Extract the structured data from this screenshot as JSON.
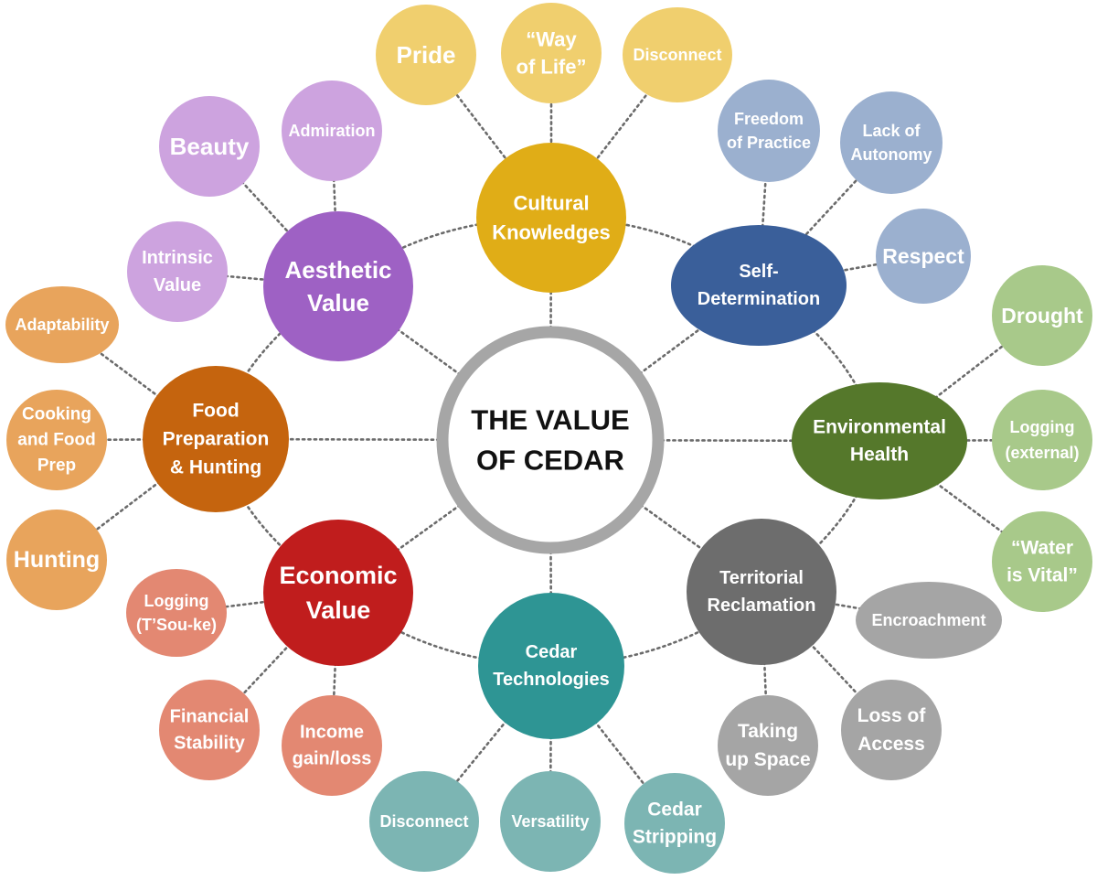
{
  "center": {
    "title_lines": [
      "THE VALUE",
      "OF CEDAR"
    ],
    "ring_color": "#a6a6a6"
  },
  "hubs": [
    {
      "id": "cultural",
      "lines": [
        "Cultural",
        "Knowledges"
      ],
      "color": "#e0ad17",
      "leaves": [
        {
          "lines": [
            "Pride"
          ]
        },
        {
          "lines": [
            "“Way",
            "of Life”"
          ]
        },
        {
          "lines": [
            "Disconnect"
          ]
        }
      ],
      "leaf_color": "#f0cf6e"
    },
    {
      "id": "self-determination",
      "lines": [
        "Self-",
        "Determination"
      ],
      "color": "#3a5f9a",
      "leaves": [
        {
          "lines": [
            "Freedom",
            "of Practice"
          ]
        },
        {
          "lines": [
            "Lack of",
            "Autonomy"
          ]
        },
        {
          "lines": [
            "Respect"
          ]
        }
      ],
      "leaf_color": "#9bb0cf"
    },
    {
      "id": "environmental",
      "lines": [
        "Environmental",
        "Health"
      ],
      "color": "#55782b",
      "leaves": [
        {
          "lines": [
            "Drought"
          ]
        },
        {
          "lines": [
            "Logging",
            "(external)"
          ]
        },
        {
          "lines": [
            "“Water",
            "is Vital”"
          ]
        }
      ],
      "leaf_color": "#a8c98a"
    },
    {
      "id": "territorial",
      "lines": [
        "Territorial",
        "Reclamation"
      ],
      "color": "#6d6d6d",
      "leaves": [
        {
          "lines": [
            "Encroachment"
          ]
        },
        {
          "lines": [
            "Loss of",
            "Access"
          ]
        },
        {
          "lines": [
            "Taking",
            "up Space"
          ]
        }
      ],
      "leaf_color": "#a5a5a5"
    },
    {
      "id": "cedar-tech",
      "lines": [
        "Cedar",
        "Technologies"
      ],
      "color": "#2e9594",
      "leaves": [
        {
          "lines": [
            "Cedar",
            "Stripping"
          ]
        },
        {
          "lines": [
            "Versatility"
          ]
        },
        {
          "lines": [
            "Disconnect"
          ]
        }
      ],
      "leaf_color": "#7cb5b3"
    },
    {
      "id": "economic",
      "lines": [
        "Economic",
        "Value"
      ],
      "color": "#c01d1d",
      "leaves": [
        {
          "lines": [
            "Income",
            "gain/loss"
          ]
        },
        {
          "lines": [
            "Financial",
            "Stability"
          ]
        },
        {
          "lines": [
            "Logging",
            "(T’Sou-ke)"
          ]
        }
      ],
      "leaf_color": "#e38872"
    },
    {
      "id": "food",
      "lines": [
        "Food",
        "Preparation",
        "& Hunting"
      ],
      "color": "#c5640e",
      "leaves": [
        {
          "lines": [
            "Hunting"
          ]
        },
        {
          "lines": [
            "Cooking",
            "and Food",
            "Prep"
          ]
        },
        {
          "lines": [
            "Adaptability"
          ]
        }
      ],
      "leaf_color": "#e8a45c"
    },
    {
      "id": "aesthetic",
      "lines": [
        "Aesthetic",
        "Value"
      ],
      "color": "#9e61c4",
      "leaves": [
        {
          "lines": [
            "Intrinsic",
            "Value"
          ]
        },
        {
          "lines": [
            "Beauty"
          ]
        },
        {
          "lines": [
            "Admiration"
          ]
        }
      ],
      "leaf_color": "#cda3df"
    }
  ]
}
